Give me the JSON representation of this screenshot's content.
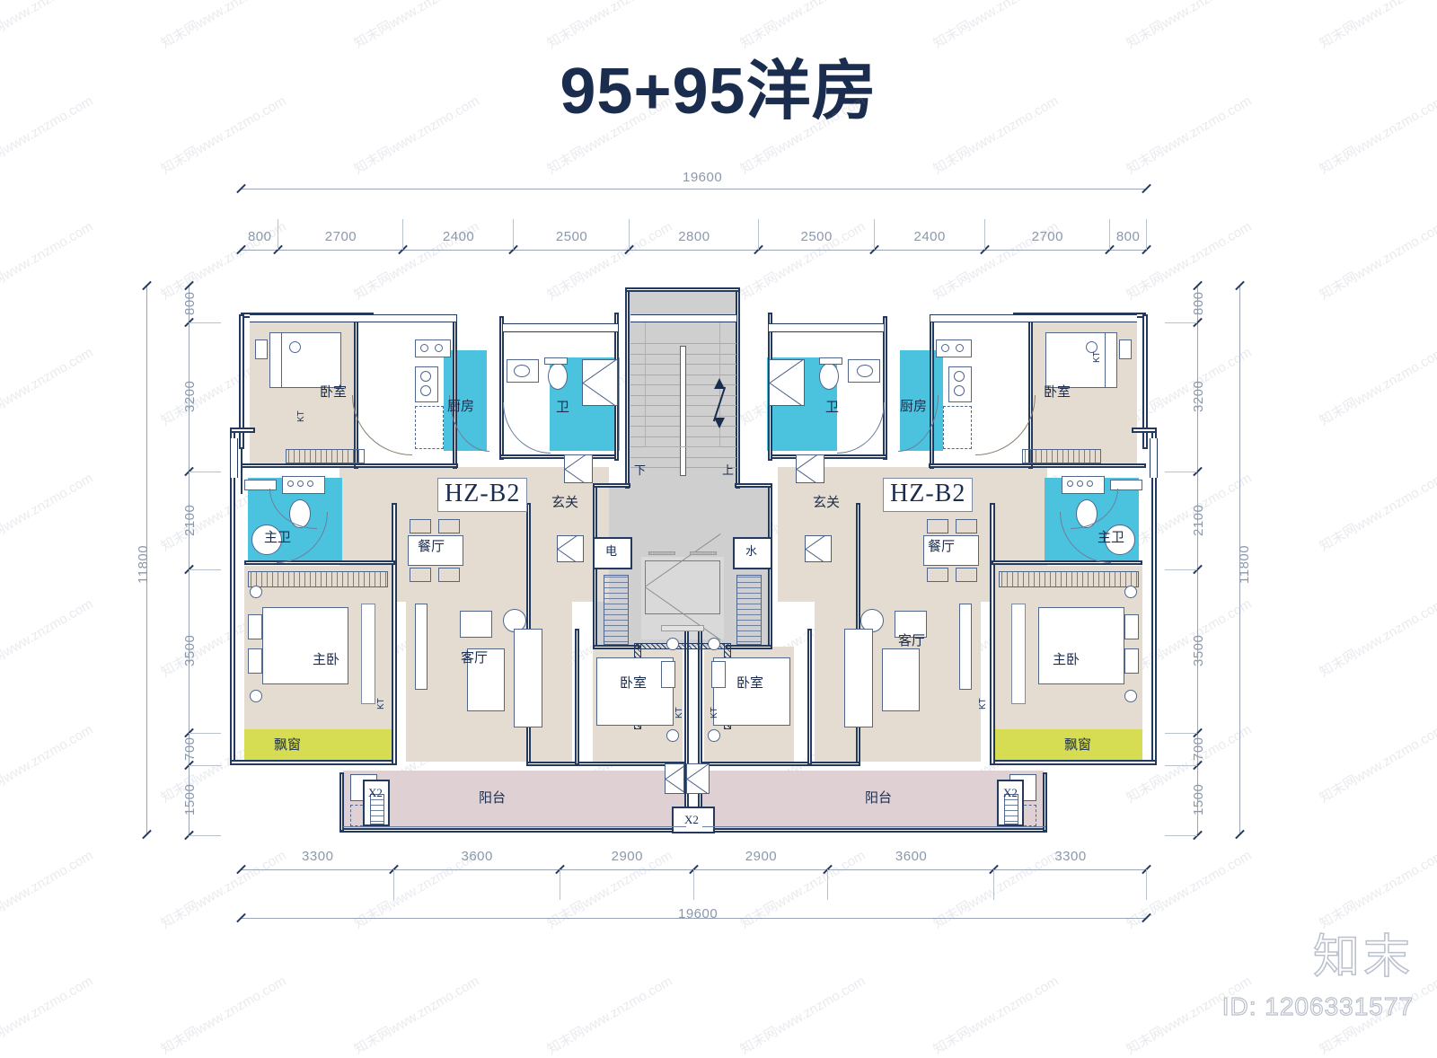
{
  "document": {
    "title": "95+95洋房",
    "unit_code_left": "HZ-B2",
    "unit_code_right": "HZ-B2"
  },
  "watermark": {
    "brand": "知末",
    "id_label": "ID: 1206331577",
    "tile_text": "知末网www.znzmo.com"
  },
  "dimensions": {
    "top_total": "19600",
    "top_segments": [
      "800",
      "2700",
      "2400",
      "2500",
      "2800",
      "2500",
      "2400",
      "2700",
      "800"
    ],
    "bottom_total": "19600",
    "bottom_segments": [
      "3300",
      "3600",
      "2900",
      "2900",
      "3600",
      "3300"
    ],
    "left_total": "11800",
    "left_segments": [
      "800",
      "3200",
      "2100",
      "3500",
      "700",
      "1500"
    ],
    "right_total": "11800",
    "right_segments": [
      "800",
      "3200",
      "2100",
      "3500",
      "700",
      "1500"
    ]
  },
  "rooms": {
    "left": {
      "bedroom_top": "卧室",
      "kitchen": "厨房",
      "bath": "卫",
      "foyer": "玄关",
      "master_bath": "主卫",
      "dining": "餐厅",
      "master_bedroom": "主卧",
      "living": "客厅",
      "bay_window": "飘窗",
      "balcony": "阳台",
      "bedroom_center": "卧室",
      "ac_tag": "KT",
      "x2_side": "X2"
    },
    "right": {
      "bedroom_top": "卧室",
      "kitchen": "厨房",
      "bath": "卫",
      "foyer": "玄关",
      "master_bath": "主卫",
      "dining": "餐厅",
      "master_bedroom": "主卧",
      "living": "客厅",
      "bay_window": "飘窗",
      "balcony": "阳台",
      "bedroom_center": "卧室",
      "ac_tag": "KT",
      "x2_side": "X2"
    },
    "core": {
      "stair_down": "下",
      "stair_up": "上",
      "electrical": "电",
      "water": "水",
      "x2_bottom": "X2"
    }
  },
  "colors": {
    "wall": "#23395e",
    "interior_fill": "#e4dcd0",
    "wet_area": "#4bc3de",
    "bay_window": "#d6dd52",
    "balcony": "#ded0d3",
    "core_gray": "#cfcfcf",
    "dimension_text": "#8b98ab",
    "title": "#1b2d4f"
  }
}
